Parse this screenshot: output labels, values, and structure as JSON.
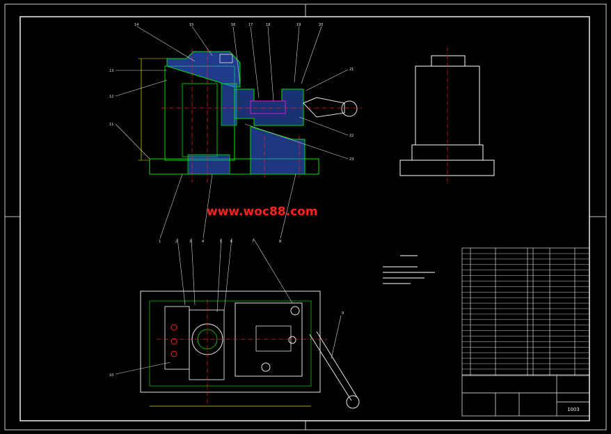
{
  "watermark": "www.woc88.com",
  "callouts_top": [
    "14",
    "15",
    "16",
    "17",
    "18",
    "19",
    "20",
    "13",
    "12",
    "11",
    "21",
    "22",
    "23"
  ],
  "callouts_bottom": [
    "1",
    "2",
    "3",
    "4",
    "5",
    "6",
    "7",
    "8",
    "9",
    "10"
  ],
  "title_block": {
    "drawing_number": "1003"
  },
  "colors": {
    "background": "#000000",
    "frame": "#ffffff",
    "outline_green": "#00e000",
    "hatch_blue": "#3a6cff",
    "hatch_magenta": "#d020d0",
    "center_red": "#ff2020",
    "dimension_yellow": "#e0e000",
    "leader_white": "#d8d8d8"
  }
}
